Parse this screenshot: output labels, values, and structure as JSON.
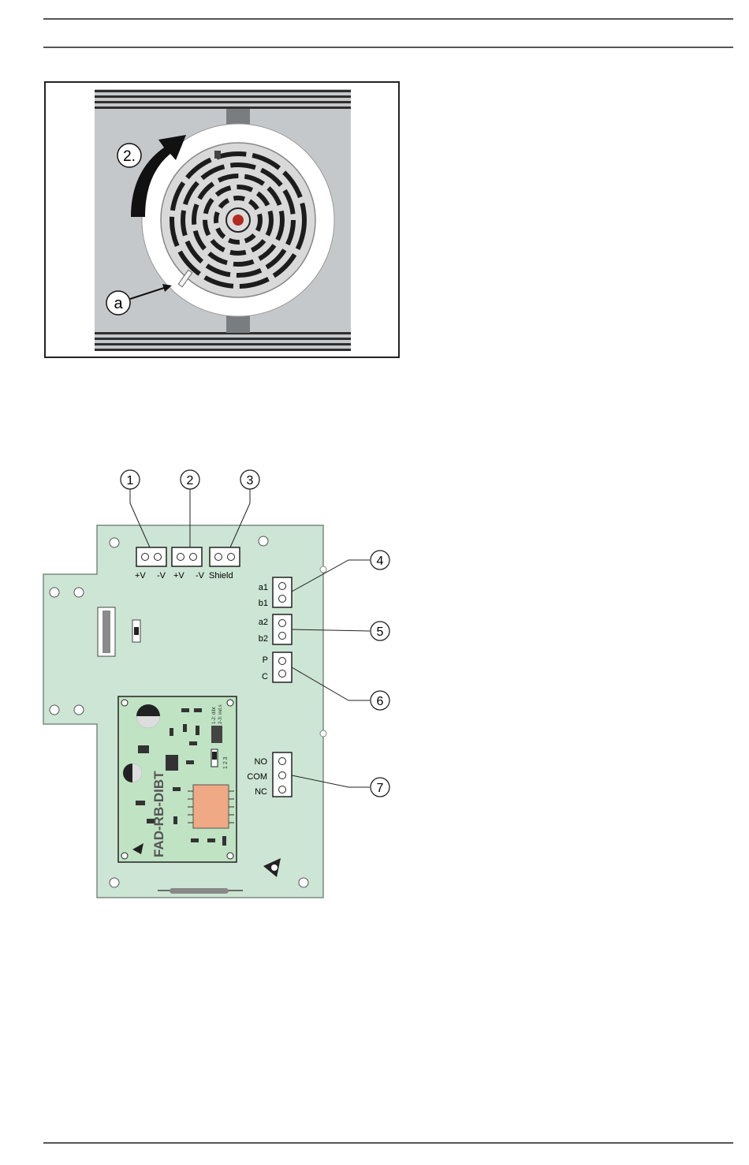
{
  "figure1": {
    "step_label": "2.",
    "callout_label": "a"
  },
  "figure2": {
    "callouts": [
      "1",
      "2",
      "3",
      "4",
      "5",
      "6",
      "7"
    ],
    "top_terminal_labels": {
      "t1_pos": "+V",
      "t1_neg": "-V",
      "t2_pos": "+V",
      "t2_neg": "-V",
      "t3": "Shield"
    },
    "side_terminal_labels": {
      "a1": "a1",
      "b1": "b1",
      "a2": "a2",
      "b2": "b2",
      "p": "P",
      "c": "C",
      "no": "NO",
      "com": "COM",
      "nc": "NC"
    },
    "module_name": "FAD-RB-DIBT",
    "jumper_legend_1": "1-2: dibt",
    "jumper_legend_2": "2-3: ind.s",
    "jumper_pin_labels": "1 2 3"
  }
}
